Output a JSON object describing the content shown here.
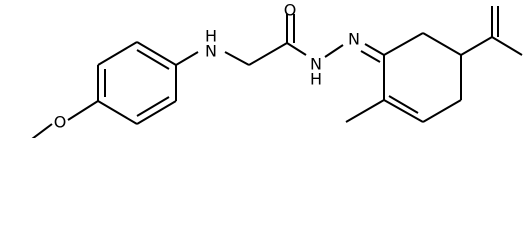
{
  "diagram": {
    "type": "chemical-structure",
    "atoms": [
      {
        "id": "o_ether",
        "label": "O"
      },
      {
        "id": "n_amine",
        "label": "H\nN",
        "label_lines": [
          "H",
          "N"
        ]
      },
      {
        "id": "o_carbonyl",
        "label": "O"
      },
      {
        "id": "n_hydrazide",
        "label": "N\nH",
        "label_lines": [
          "N",
          "H"
        ]
      },
      {
        "id": "n_imine",
        "label": "N"
      }
    ],
    "colors": {
      "bond": "#000000",
      "label": "#000000",
      "background": "#ffffff"
    }
  }
}
